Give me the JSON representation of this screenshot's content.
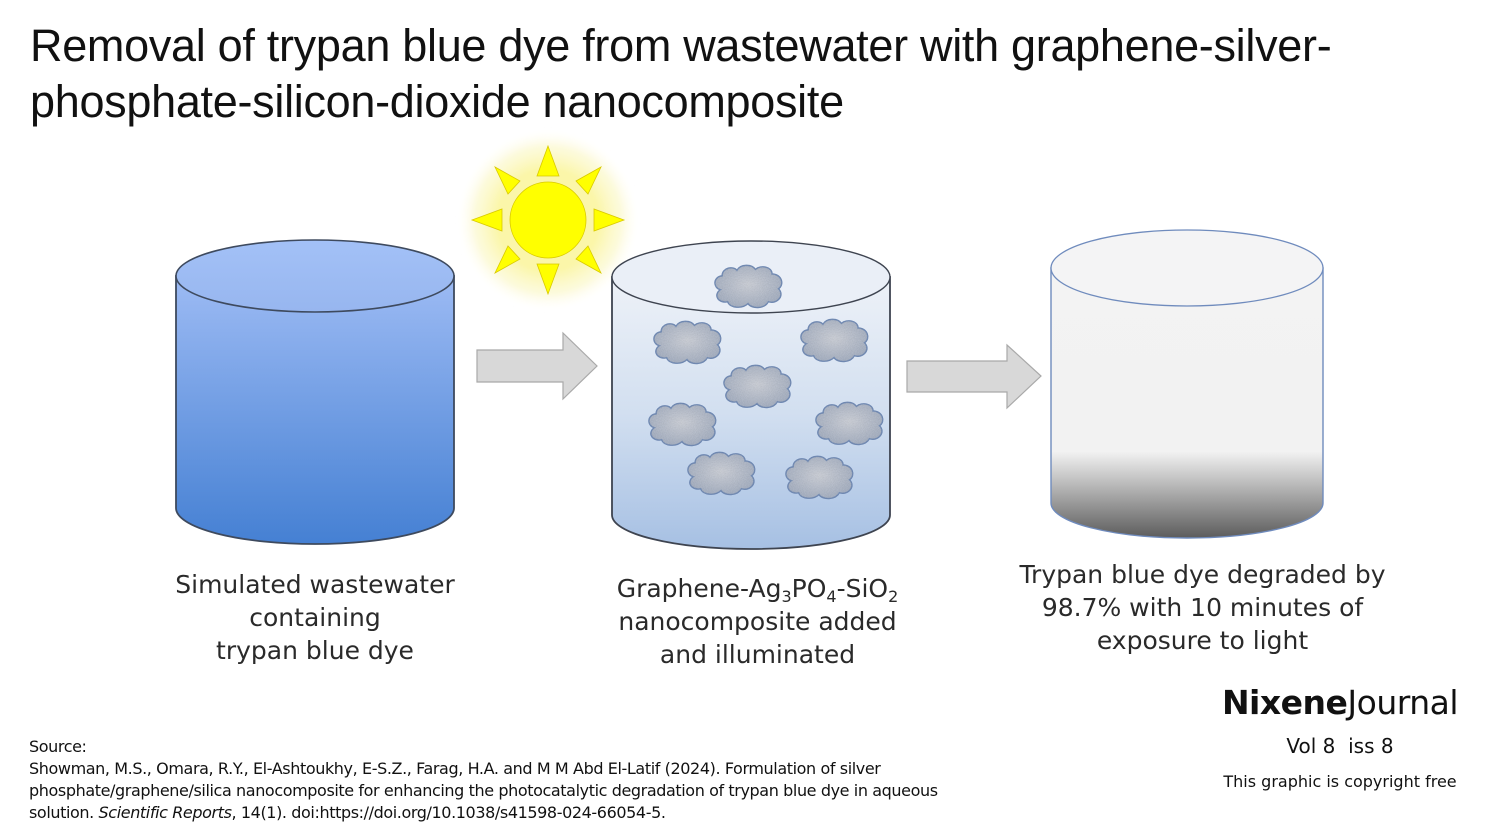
{
  "title": "Removal of trypan blue dye from wastewater with graphene-silver-phosphate-silicon-dioxide nanocomposite",
  "steps": [
    {
      "container": "blue-cylinder",
      "color_top": "#9ebcf5",
      "color_bottom": "#4a86d6",
      "caption_lines": [
        "Simulated wastewater",
        "containing",
        "trypan blue dye"
      ]
    },
    {
      "container": "light-blue-cylinder-with-particles",
      "color_top": "#eef2f8",
      "color_bottom": "#a9c2e4",
      "particles": 8,
      "caption_line1_parts": {
        "a": "Graphene-Ag",
        "sub1": "3",
        "b": "PO",
        "sub2": "4",
        "c": "-SiO",
        "sub3": "2"
      },
      "caption_lines": [
        "nanocomposite added",
        "and illuminated"
      ]
    },
    {
      "container": "clear-cylinder-with-sediment",
      "color_top": "#f3f3f3",
      "color_bottom": "#5f5f5f",
      "caption_lines": [
        "Trypan blue dye degraded by",
        "98.7% with 10 minutes of",
        "exposure to light"
      ]
    }
  ],
  "icons": {
    "sun": "sun-icon",
    "arrow": "right-arrow-icon",
    "sun_color": "#ffff00",
    "arrow_fill": "#d8d8d8"
  },
  "brand": {
    "name_bold": "Nixene",
    "name_light": "Journal",
    "volume": "Vol 8  iss 8",
    "copyright": "This graphic is copyright free"
  },
  "source": {
    "label": "Source:",
    "line1": "Showman, M.S., Omara, R.Y., El-Ashtoukhy, E-S.Z., Farag, H.A. and M M Abd El-Latif (2024). Formulation of silver",
    "line2": "phosphate/graphene/silica nanocomposite for enhancing the photocatalytic degradation of trypan blue dye in aqueous",
    "line3_pre": "solution. ",
    "journal": "Scientific Reports",
    "line3_post": ", 14(1). doi:https://doi.org/10.1038/s41598-024-66054-5."
  }
}
